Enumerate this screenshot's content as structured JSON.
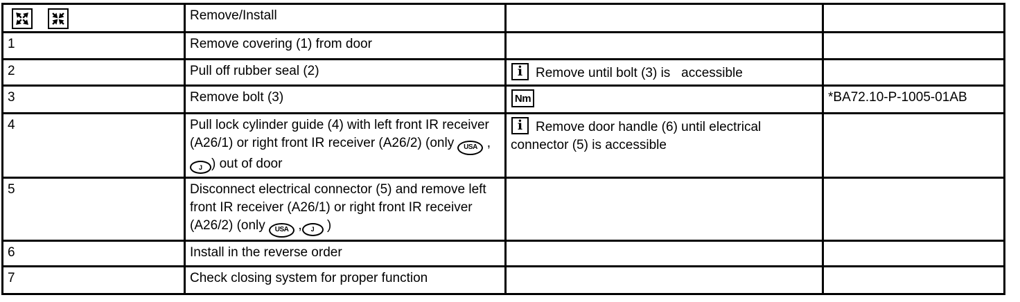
{
  "colors": {
    "border": "#000000",
    "text": "#000000",
    "background": "#ffffff"
  },
  "header": {
    "title": "Remove/Install",
    "icons": [
      {
        "name": "expand-arrows-icon"
      },
      {
        "name": "collapse-arrows-icon"
      }
    ]
  },
  "icons": {
    "info_glyph": "i",
    "nm_label": "Nm"
  },
  "rows": [
    {
      "num": "1",
      "task": "Remove covering (1) from door",
      "note": "",
      "ref": ""
    },
    {
      "num": "2",
      "task": "Pull off rubber seal (2)",
      "note": "Remove until bolt (3) is   accessible",
      "ref": ""
    },
    {
      "num": "3",
      "task": "Remove bolt (3)",
      "note": "",
      "ref": "*BA72.10-P-1005-01AB"
    },
    {
      "num": "4",
      "task_parts": {
        "before": "Pull lock cylinder guide (4) with left front IR receiver (A26/1) or right front IR receiver (A26/2) (only ",
        "usa": "USA",
        "mid": " , ",
        "j": "J",
        "after": ") out of door"
      },
      "note": "Remove door handle (6) until electrical connector (5) is accessible",
      "ref": ""
    },
    {
      "num": "5",
      "task_parts": {
        "before": "Disconnect electrical connector (5) and remove left front IR receiver (A26/1) or right front IR receiver (A26/2) (only ",
        "usa": "USA",
        "mid": " ,",
        "j": "J",
        "after": " )"
      },
      "note": "",
      "ref": ""
    },
    {
      "num": "6",
      "task": "Install in the reverse order",
      "note": "",
      "ref": ""
    },
    {
      "num": "7",
      "task": "Check closing system for proper function",
      "note": "",
      "ref": ""
    }
  ]
}
